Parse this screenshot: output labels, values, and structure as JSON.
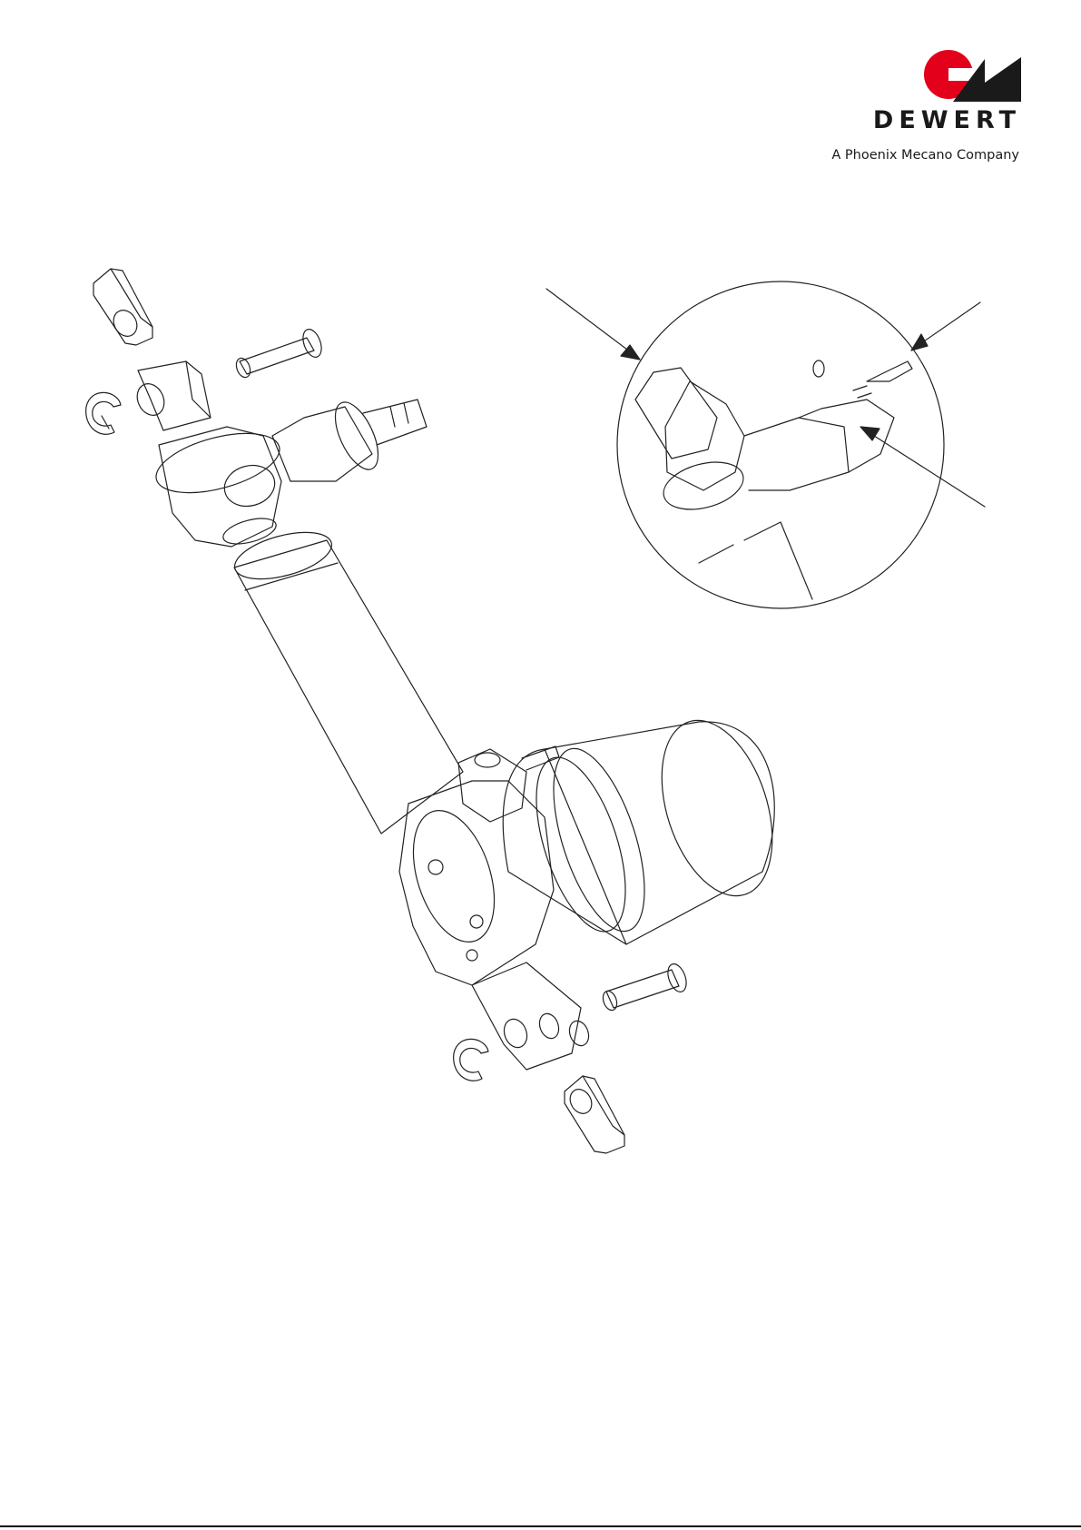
{
  "brand": {
    "name": "DEWERT",
    "tagline": "A Phoenix Mecano Company",
    "colors": {
      "red": "#e3001b",
      "black": "#1a1a1a"
    }
  },
  "drawing": {
    "subject": "linear-actuator-exploded-view",
    "line_color": "#222222",
    "callout_arrows": 3,
    "detail_views": 1
  }
}
